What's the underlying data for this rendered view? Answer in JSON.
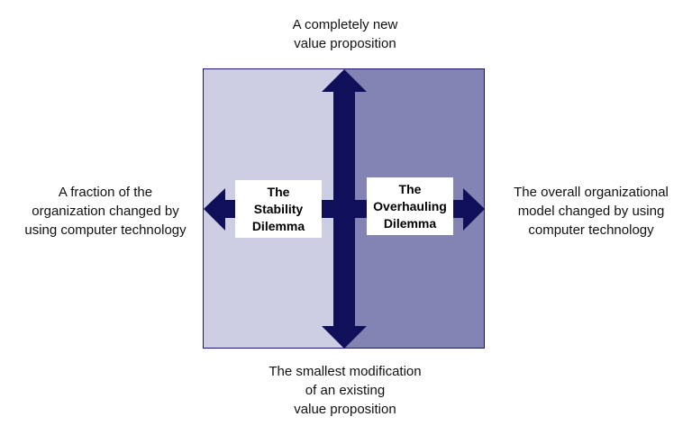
{
  "labels": {
    "top": "A completely new\nvalue proposition",
    "bottom": "The smallest modification\nof an existing\nvalue proposition",
    "left": "A fraction of the\norganization changed by\nusing computer technology",
    "right": "The overall organizational\nmodel changed by using\ncomputer technology"
  },
  "quadrants": {
    "left_box": "The\nStability\nDilemma",
    "right_box": "The\nOverhauling\nDilemma"
  },
  "colors": {
    "arrow": "#0f0f5a",
    "left_fill": "#cdcde3",
    "right_fill": "#8484b4",
    "frame": "#1a1a5e"
  }
}
